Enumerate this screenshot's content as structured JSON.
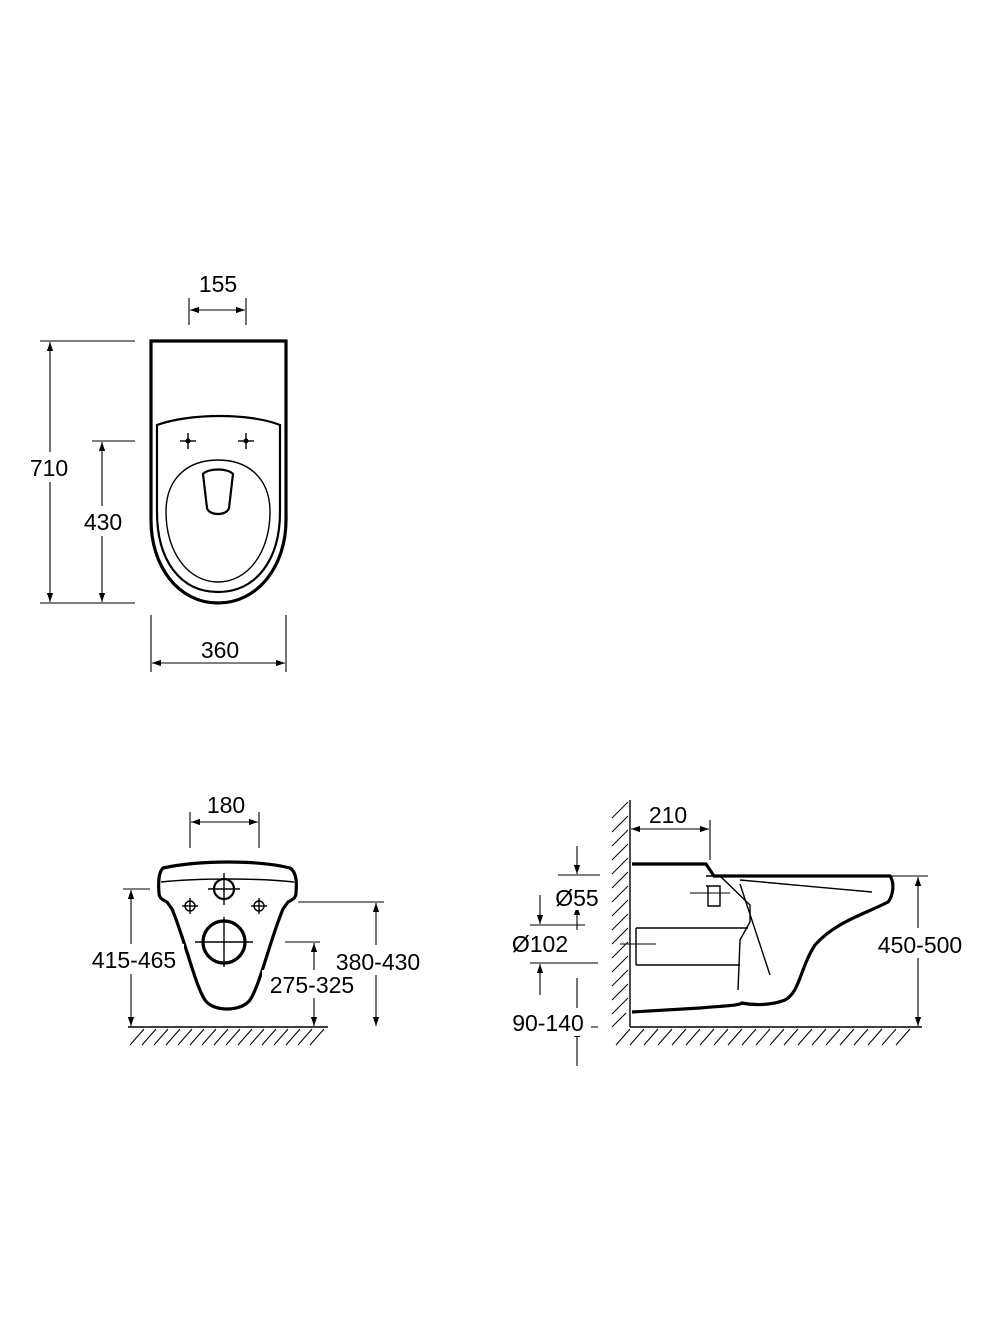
{
  "top_view": {
    "width_label": "360",
    "length_label": "710",
    "fixing_depth_label": "430",
    "fixing_spacing_label": "155"
  },
  "front_view": {
    "fixing_spacing_label": "180",
    "fixing_height_label": "415-465",
    "rim_height_label": "380-430",
    "outlet_height_label": "275-325"
  },
  "side_view": {
    "projection_label": "210",
    "inlet_diameter_label": "Ø55",
    "outlet_diameter_label": "Ø102",
    "outlet_offset_label": "90-140",
    "rim_height_label": "450-500"
  }
}
